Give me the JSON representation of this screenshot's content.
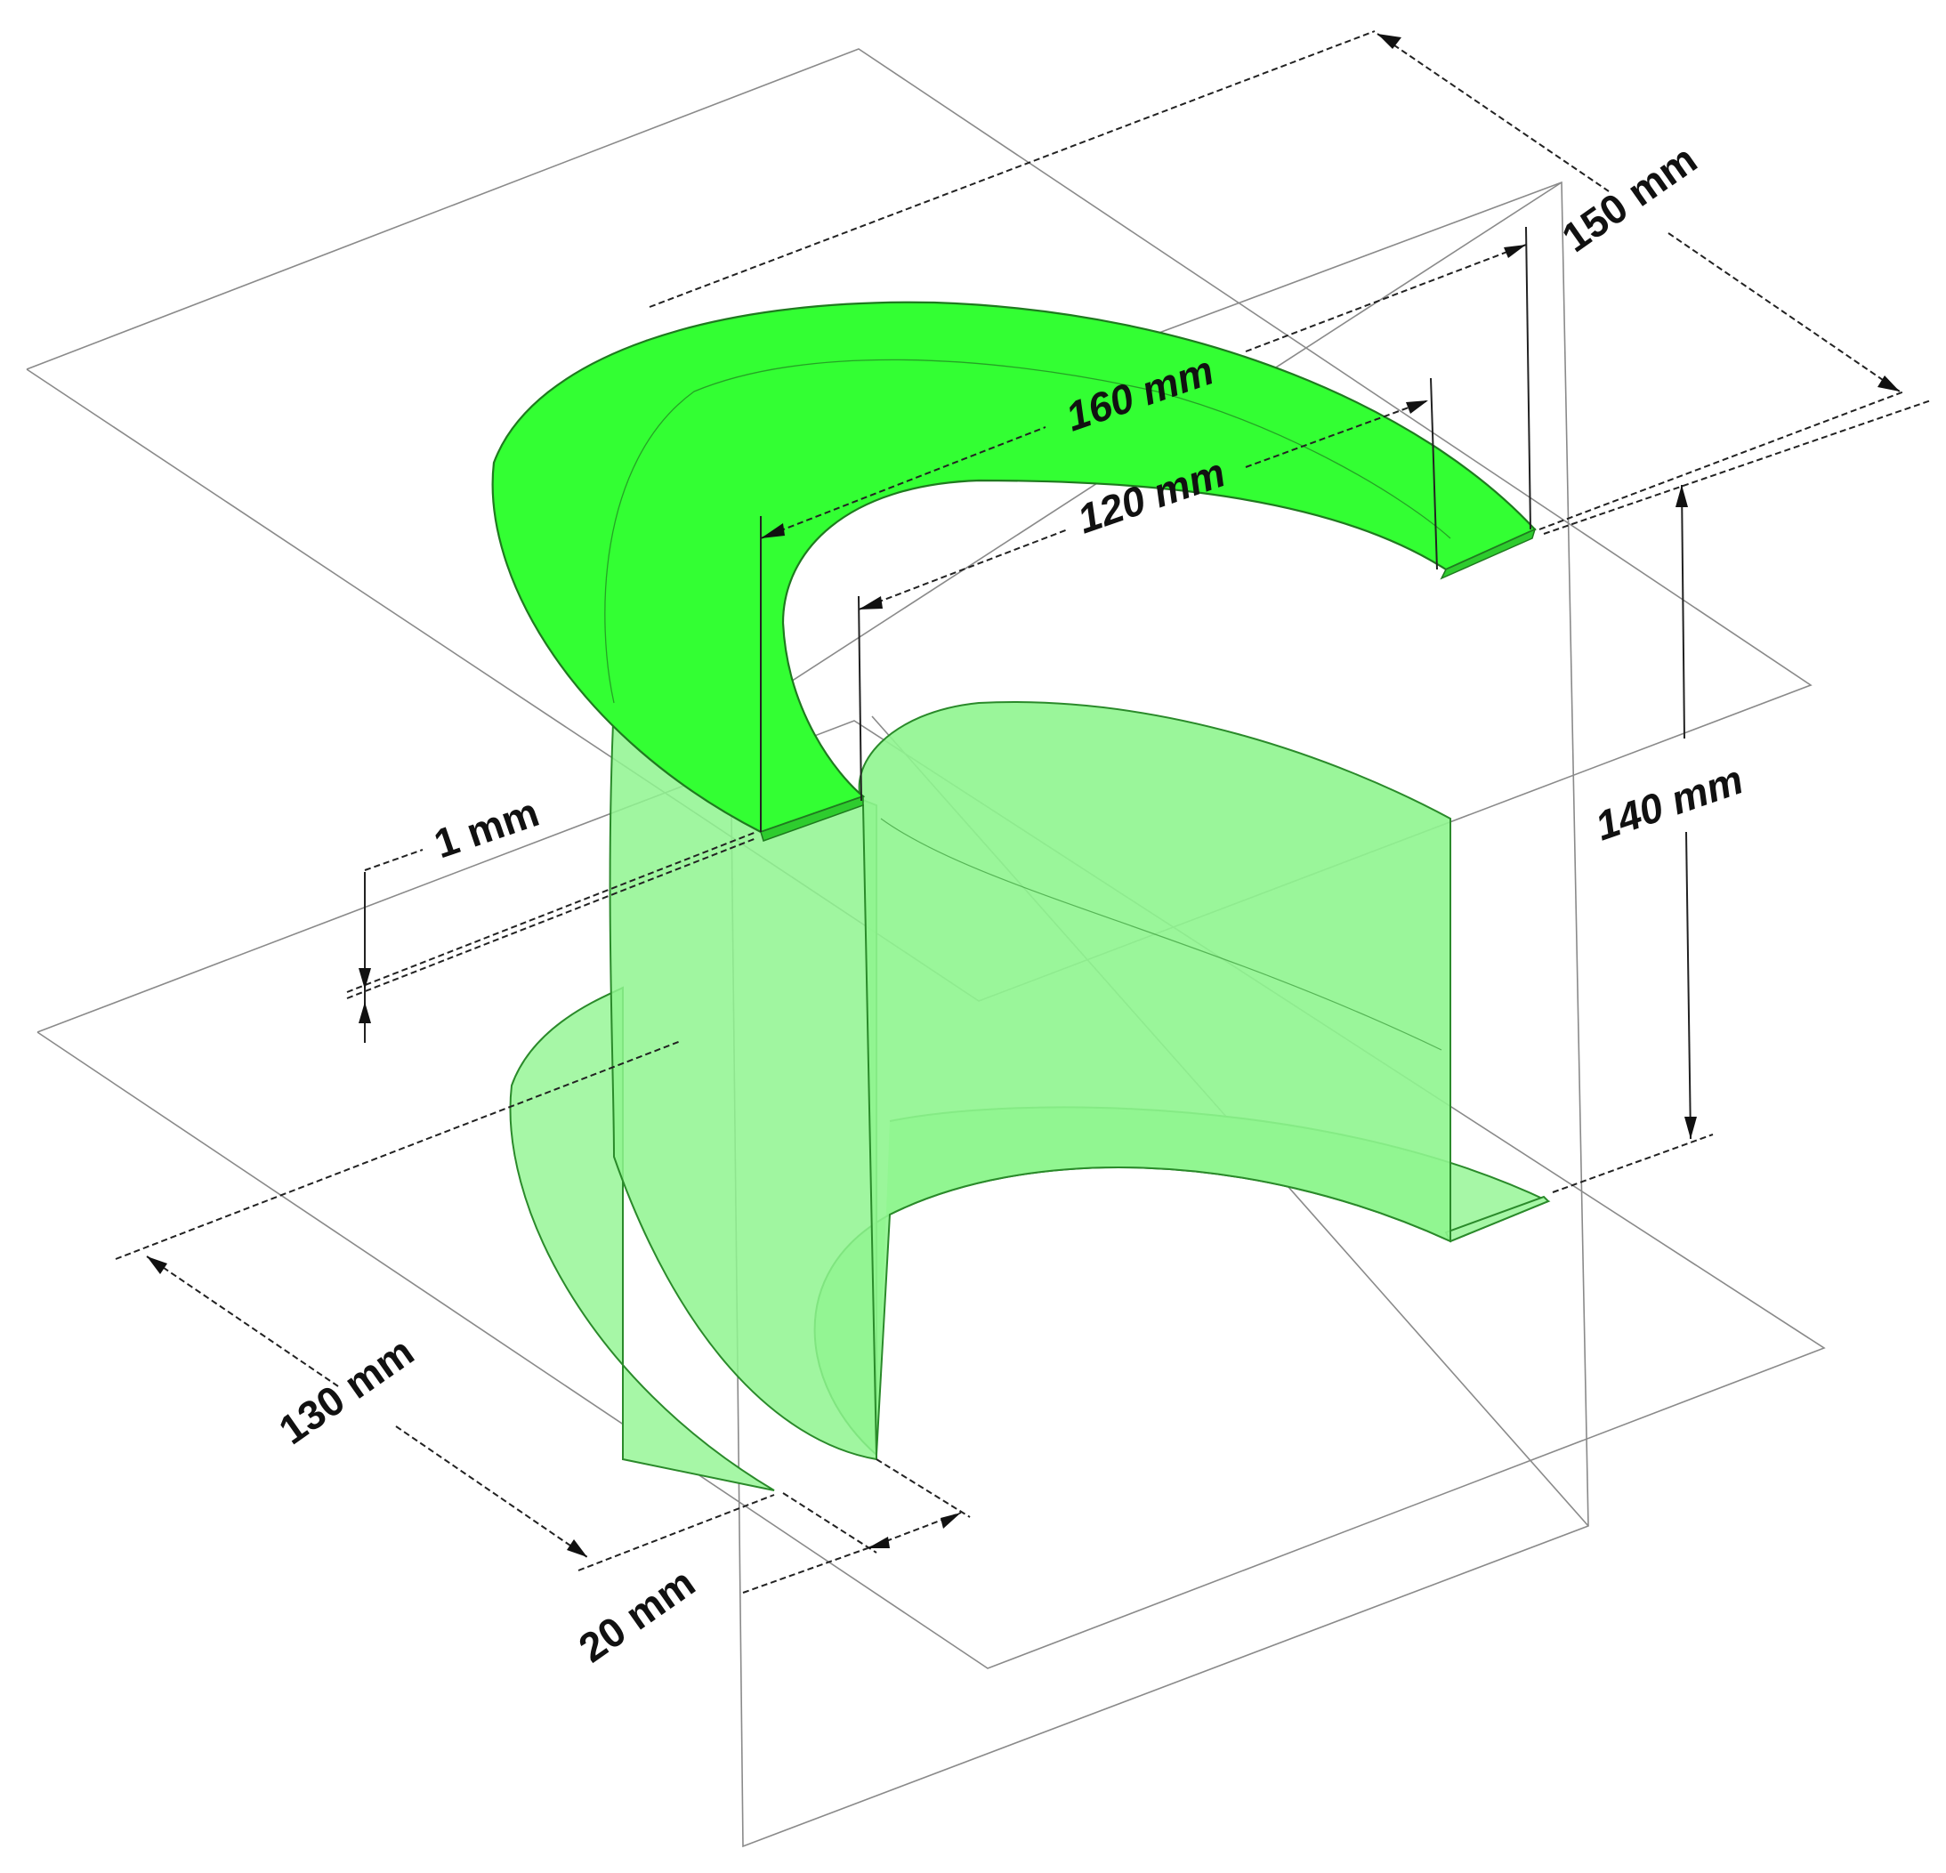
{
  "figure": {
    "type": "isometric-technical-drawing",
    "subject": "curved-channel-component"
  },
  "colors": {
    "top_flange": "#33ff33",
    "wall_face": "#8ff58f",
    "wall_face_light": "#a4f8a4",
    "bottom_flange": "#a6f7a6",
    "edge_line": "#2a8a2a",
    "construction_line": "#8a8a8a",
    "dimension_line": "#222222",
    "background": "#ffffff"
  },
  "dimensions": {
    "outer_depth": {
      "label": "150 mm",
      "value": 150,
      "unit": "mm"
    },
    "outer_width": {
      "label": "160 mm",
      "value": 160,
      "unit": "mm"
    },
    "inner_width": {
      "label": "120 mm",
      "value": 120,
      "unit": "mm"
    },
    "height": {
      "label": "140 mm",
      "value": 140,
      "unit": "mm"
    },
    "thickness": {
      "label": "1 mm",
      "value": 1,
      "unit": "mm"
    },
    "bottom_depth": {
      "label": "130 mm",
      "value": 130,
      "unit": "mm"
    },
    "flange_width": {
      "label": "20 mm",
      "value": 20,
      "unit": "mm"
    }
  }
}
